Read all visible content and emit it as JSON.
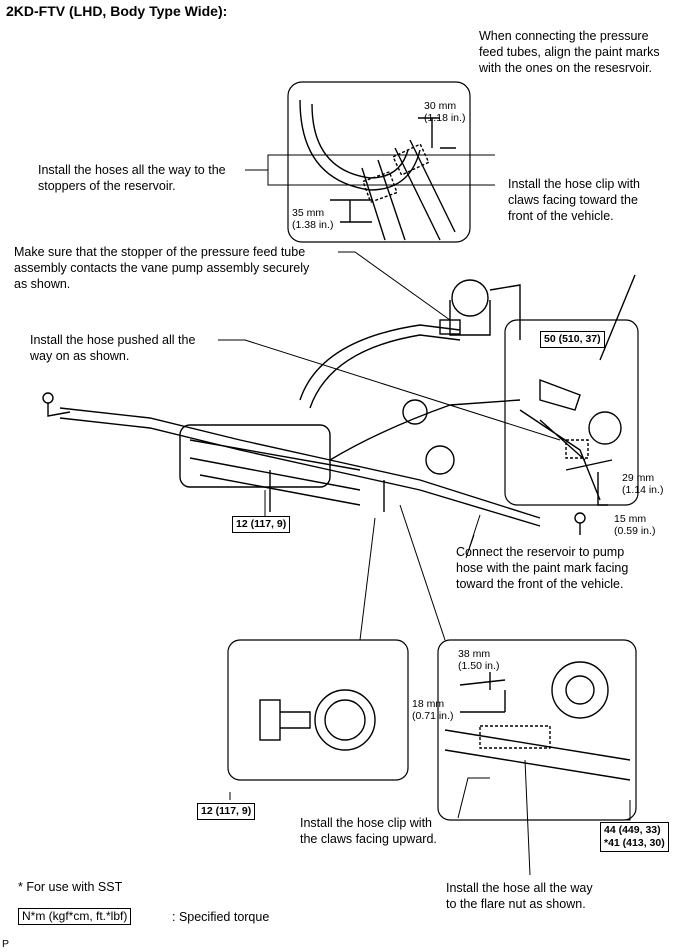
{
  "title": "2KD-FTV (LHD, Body Type Wide):",
  "notes": {
    "paint_marks": [
      "When connecting the pressure",
      "feed tubes, align the paint marks",
      "with the ones on the resesrvoir."
    ],
    "hoses_stoppers": [
      "Install the hoses all the way to the",
      "stoppers of the reservoir."
    ],
    "hose_clip_front": [
      "Install the hose clip with",
      "claws facing toward the",
      "front of the vehicle."
    ],
    "stopper_contact": [
      "Make sure that the stopper of the pressure feed tube",
      "assembly contacts the vane pump assembly securely",
      "as shown."
    ],
    "hose_pushed": [
      "Install the hose pushed all the",
      "way on as shown."
    ],
    "connect_reservoir": [
      "Connect the reservoir to pump",
      "hose with the paint mark facing",
      "toward the front of the vehicle."
    ],
    "hose_clip_upward": [
      "Install the hose clip with",
      "the claws facing upward."
    ],
    "flare_nut": [
      "Install the hose all the way",
      "to the flare nut as shown."
    ],
    "sst": "* For use with SST"
  },
  "dimensions": {
    "d30": [
      "30 mm",
      "(1.18 in.)"
    ],
    "d35": [
      "35 mm",
      "(1.38 in.)"
    ],
    "d29": [
      "29 mm",
      "(1.14 in.)"
    ],
    "d15": [
      "15 mm",
      "(0.59 in.)"
    ],
    "d38": [
      "38 mm",
      "(1.50 in.)"
    ],
    "d18": [
      "18 mm",
      "(0.71 in.)"
    ]
  },
  "torques": {
    "t50": "50 (510, 37)",
    "t12a": "12 (117, 9)",
    "t12b": "12 (117, 9)",
    "t44": "44 (449, 33)",
    "t41": "*41 (413, 30)"
  },
  "legend": {
    "unit_box": "N*m (kgf*cm, ft.*lbf)",
    "unit_desc": ": Specified torque"
  },
  "footer": "P"
}
